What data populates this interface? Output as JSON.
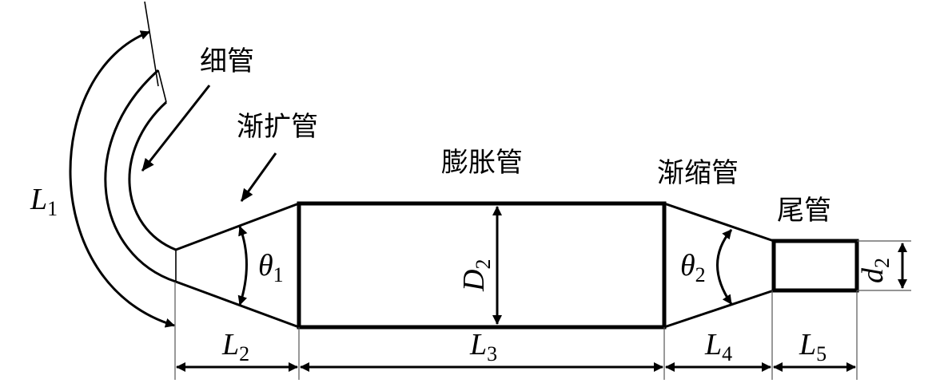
{
  "labels": {
    "thin_tube": "细管",
    "diffuser": "渐扩管",
    "expansion_chamber": "膨胀管",
    "contraction": "渐缩管",
    "tail_pipe": "尾管"
  },
  "dimensions": {
    "L1": {
      "main": "L",
      "sub": "1"
    },
    "L2": {
      "main": "L",
      "sub": "2"
    },
    "L3": {
      "main": "L",
      "sub": "3"
    },
    "L4": {
      "main": "L",
      "sub": "4"
    },
    "L5": {
      "main": "L",
      "sub": "5"
    },
    "D2": {
      "main": "D",
      "sub": "2"
    },
    "d2": {
      "main": "d",
      "sub": "2"
    },
    "theta1": {
      "main": "θ",
      "sub": "1"
    },
    "theta2": {
      "main": "θ",
      "sub": "2"
    }
  }
}
